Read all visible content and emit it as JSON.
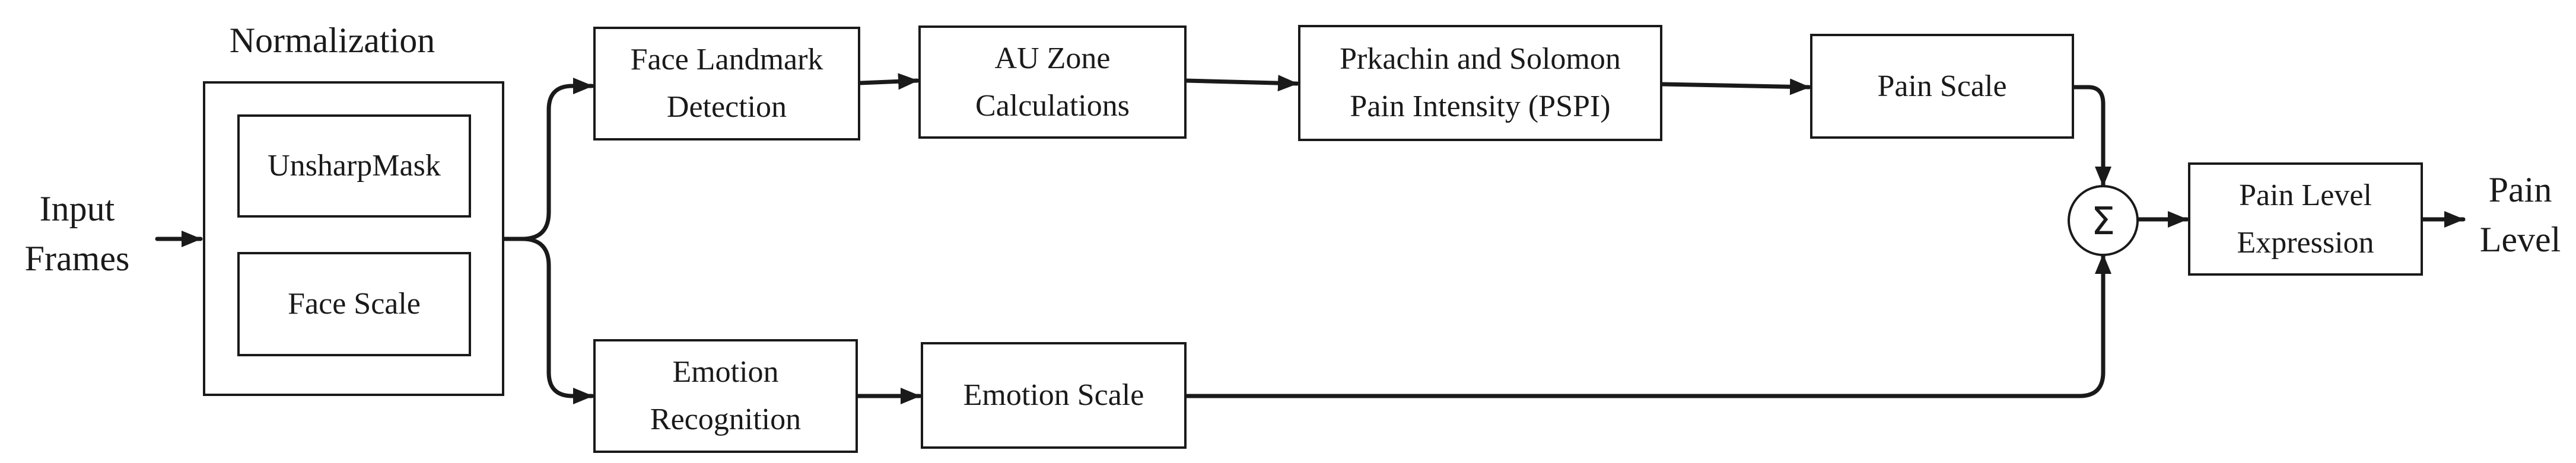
{
  "input_label": [
    "Input",
    "Frames"
  ],
  "normalization": {
    "title": "Normalization",
    "unsharp_mask": "UnsharpMask",
    "face_scale": "Face Scale"
  },
  "top_branch": {
    "face_landmark": [
      "Face Landmark",
      "Detection"
    ],
    "au_zone": [
      "AU Zone",
      "Calculations"
    ],
    "pspi": [
      "Prkachin and Solomon",
      "Pain Intensity (PSPI)"
    ],
    "pain_scale": "Pain Scale"
  },
  "bottom_branch": {
    "emotion_recognition": [
      "Emotion",
      "Recognition"
    ],
    "emotion_scale": "Emotion Scale"
  },
  "sum_symbol": "Σ",
  "pain_level_expression": [
    "Pain Level",
    "Expression"
  ],
  "output_label": [
    "Pain",
    "Level"
  ]
}
